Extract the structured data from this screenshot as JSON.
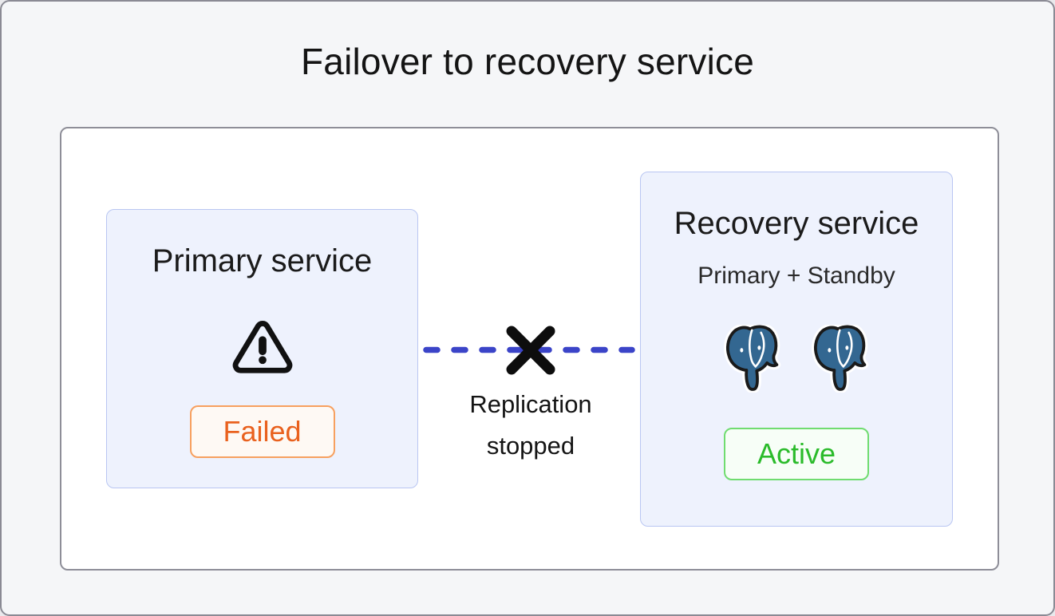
{
  "page": {
    "title": "Failover to recovery service"
  },
  "diagram": {
    "primary": {
      "title": "Primary service",
      "status": "Failed",
      "icon": "warning-triangle-icon"
    },
    "connector": {
      "label": "Replication stopped",
      "icon": "x-cross-icon",
      "line_style": "dashed"
    },
    "recovery": {
      "title": "Recovery service",
      "subtitle": "Primary + Standby",
      "status": "Active",
      "icons": [
        "postgresql-elephant-icon",
        "postgresql-elephant-icon"
      ]
    }
  },
  "colors": {
    "page_background": "#F5F6F8",
    "panel_background": "#FFFFFF",
    "panel_border": "#8A8A94",
    "service_box_background": "#EEF2FD",
    "service_box_border": "#B9C6F2",
    "replication_line_blue": "#3B44C8",
    "failed_text": "#E9611E",
    "failed_border": "#F7A05F",
    "failed_background": "#FEF9F4",
    "active_text": "#2BBB2B",
    "active_border": "#70DC70",
    "active_background": "#F7FEF7",
    "postgres_blue": "#336791",
    "text_primary": "#151515"
  }
}
